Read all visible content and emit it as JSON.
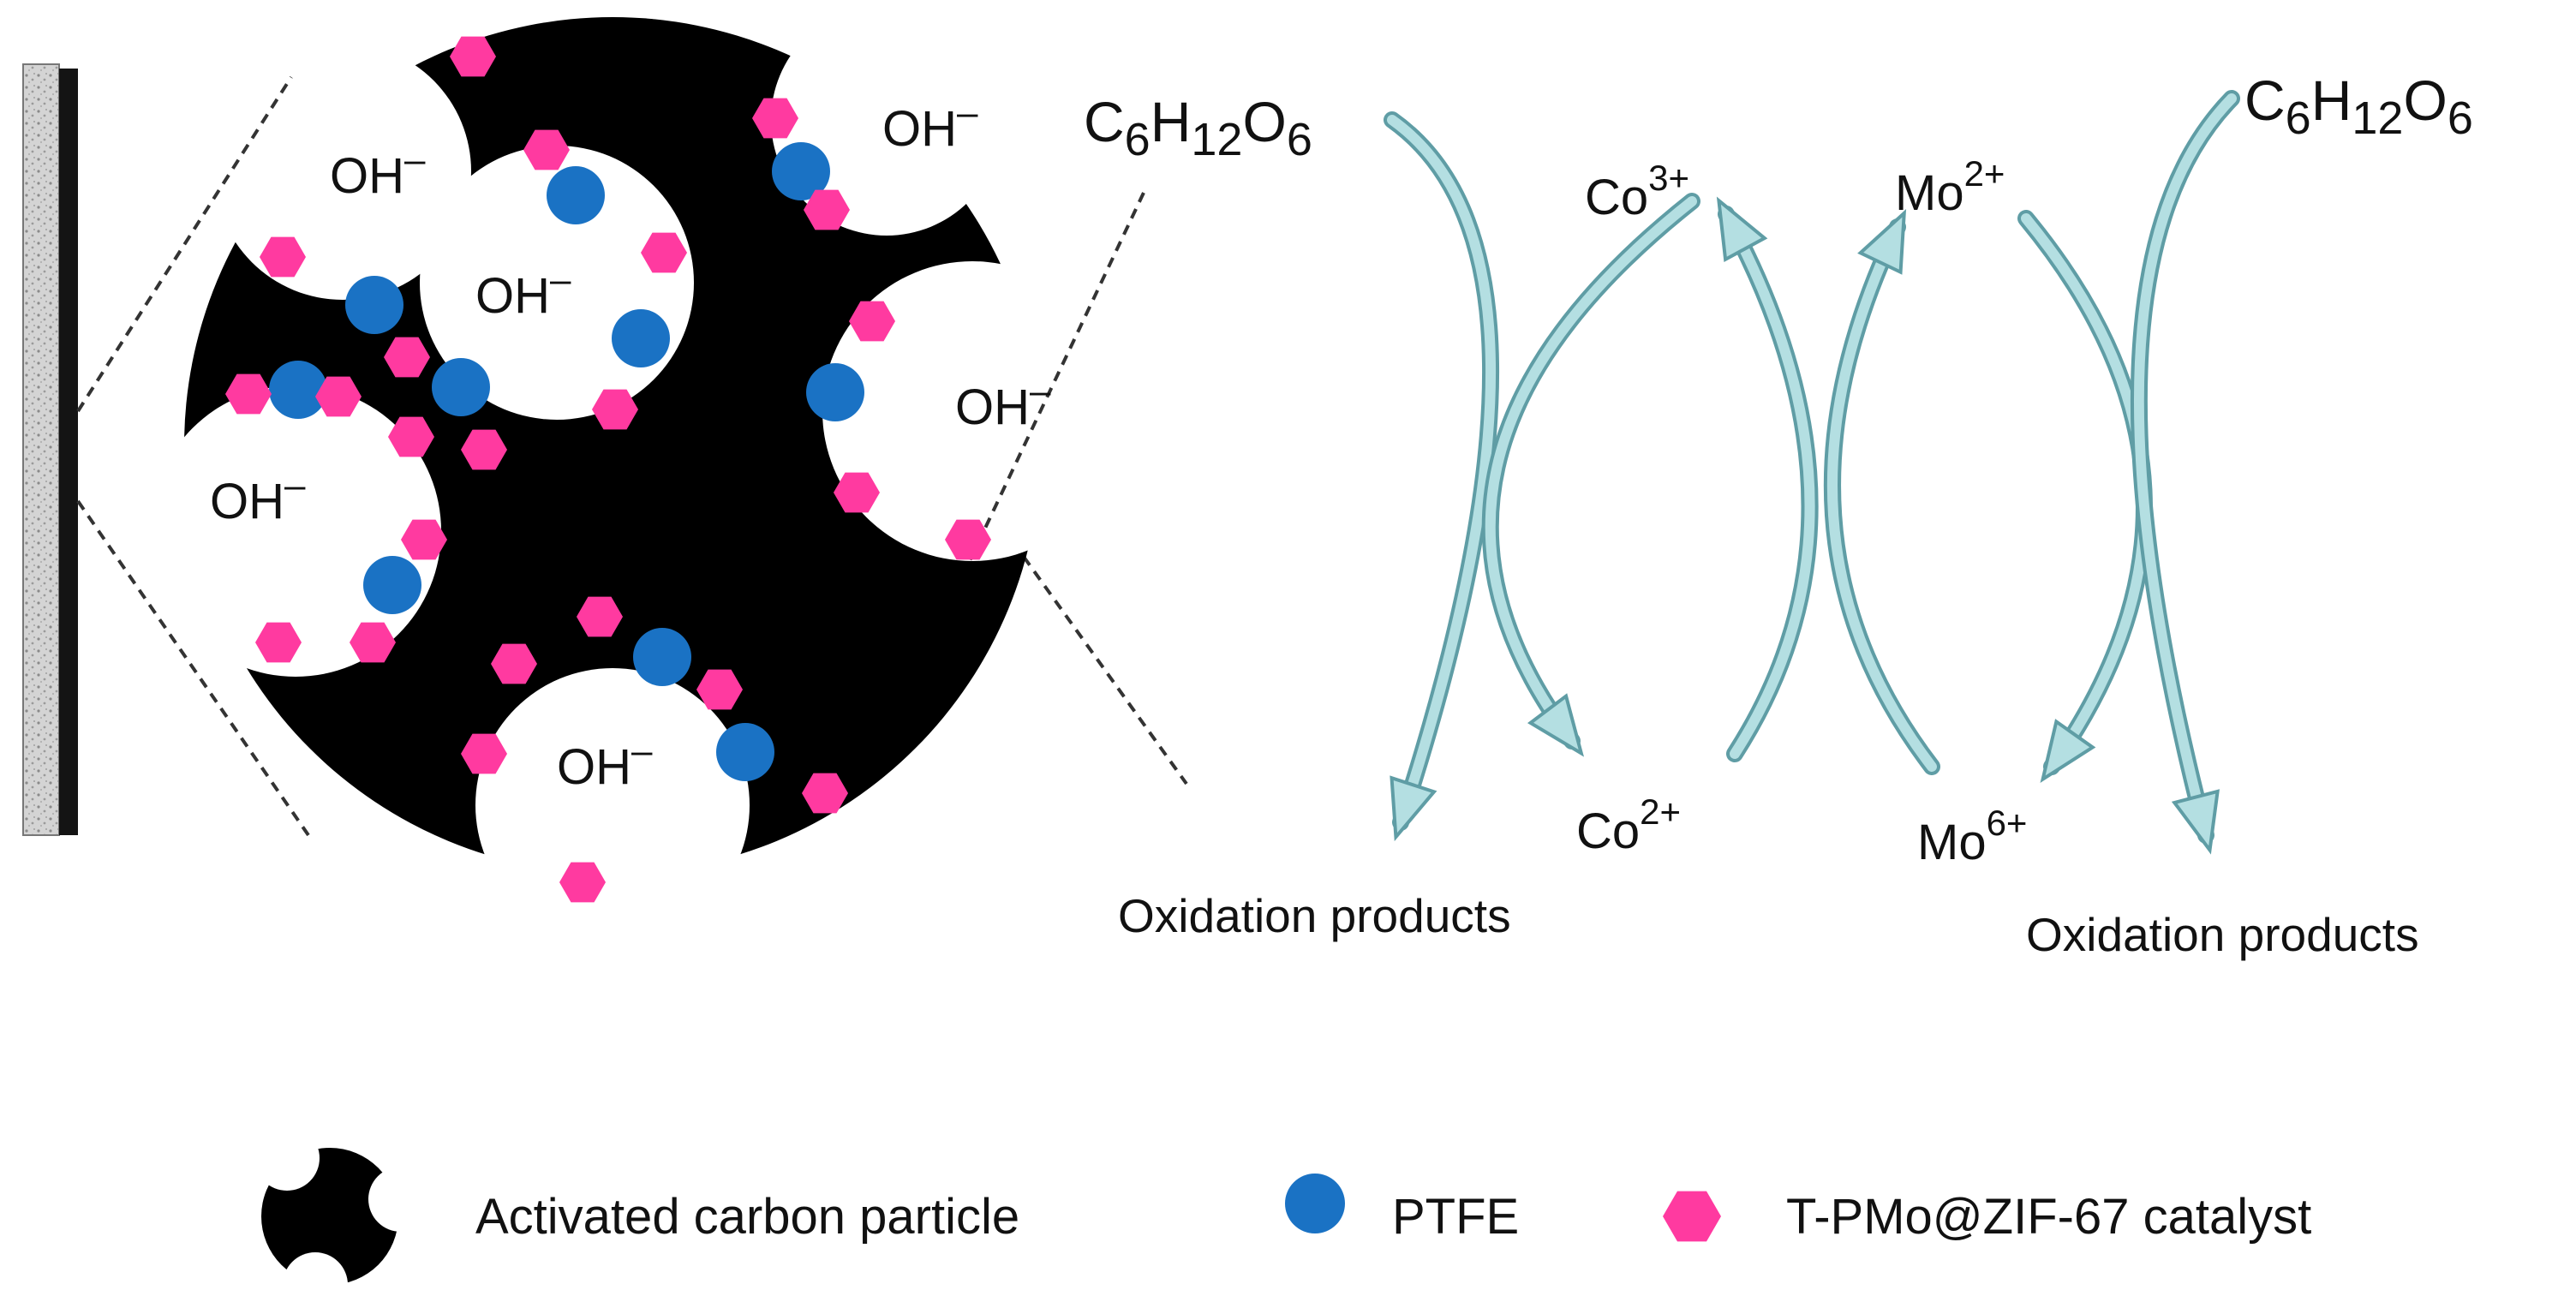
{
  "colors": {
    "carbon": "#000000",
    "ptfe": "#1a72c4",
    "catalyst": "#ff3aa0",
    "arrow_fill": "#b4dfe2",
    "arrow_edge": "#5f9da5",
    "electrode_light": "#d2d2d2",
    "electrode_dark": "#141414"
  },
  "icons": {
    "ptfe": "circle",
    "catalyst": "hexagon",
    "carbon": "three-lobed-particle"
  },
  "particle": {
    "pore_labels": [
      {
        "base": "OH",
        "sup": "–"
      },
      {
        "base": "OH",
        "sup": "–"
      },
      {
        "base": "OH",
        "sup": "–"
      },
      {
        "base": "OH",
        "sup": "–"
      },
      {
        "base": "OH",
        "sup": "–"
      },
      {
        "base": "OH",
        "sup": "–"
      }
    ]
  },
  "cycle": {
    "left_reactant": {
      "parts": [
        "C",
        "6",
        "H",
        "12",
        "O",
        "6"
      ]
    },
    "right_reactant": {
      "parts": [
        "C",
        "6",
        "H",
        "12",
        "O",
        "6"
      ]
    },
    "co_high": {
      "base": "Co",
      "sup": "3+"
    },
    "co_low": {
      "base": "Co",
      "sup": "2+"
    },
    "mo_low": {
      "base": "Mo",
      "sup": "2+"
    },
    "mo_high": {
      "base": "Mo",
      "sup": "6+"
    },
    "left_product": "Oxidation products",
    "right_product": "Oxidation products"
  },
  "legend": {
    "carbon_label": "Activated carbon particle",
    "ptfe_label": "PTFE",
    "catalyst_label": "T-PMo@ZIF-67 catalyst"
  }
}
